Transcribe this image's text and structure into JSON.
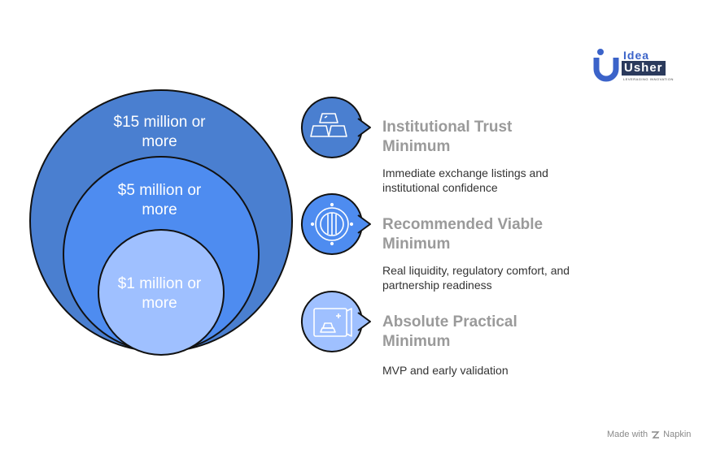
{
  "logo": {
    "word1": "Idea",
    "word2": "Usher",
    "tagline": "LEVERAGING INNOVATION"
  },
  "circles": [
    {
      "label": "$15 million or\nmore",
      "color": "#4a7fd0"
    },
    {
      "label": "$5 million or\nmore",
      "color": "#4e8cf0"
    },
    {
      "label": "$1 million or\nmore",
      "color": "#9fc0ff"
    }
  ],
  "items": [
    {
      "icon": "gold-bars-icon",
      "heading": "Institutional Trust\nMinimum",
      "description": "Immediate exchange listings and institutional confidence",
      "color": "#4a7fd0"
    },
    {
      "icon": "vault-door-icon",
      "heading": "Recommended Viable\nMinimum",
      "description": "Real liquidity, regulatory comfort, and partnership readiness",
      "color": "#4e8cf0"
    },
    {
      "icon": "safe-icon",
      "heading": "Absolute Practical\nMinimum",
      "description": "MVP and early validation",
      "color": "#9fc0ff"
    }
  ],
  "footer": {
    "prefix": "Made with",
    "brand": "Napkin"
  }
}
